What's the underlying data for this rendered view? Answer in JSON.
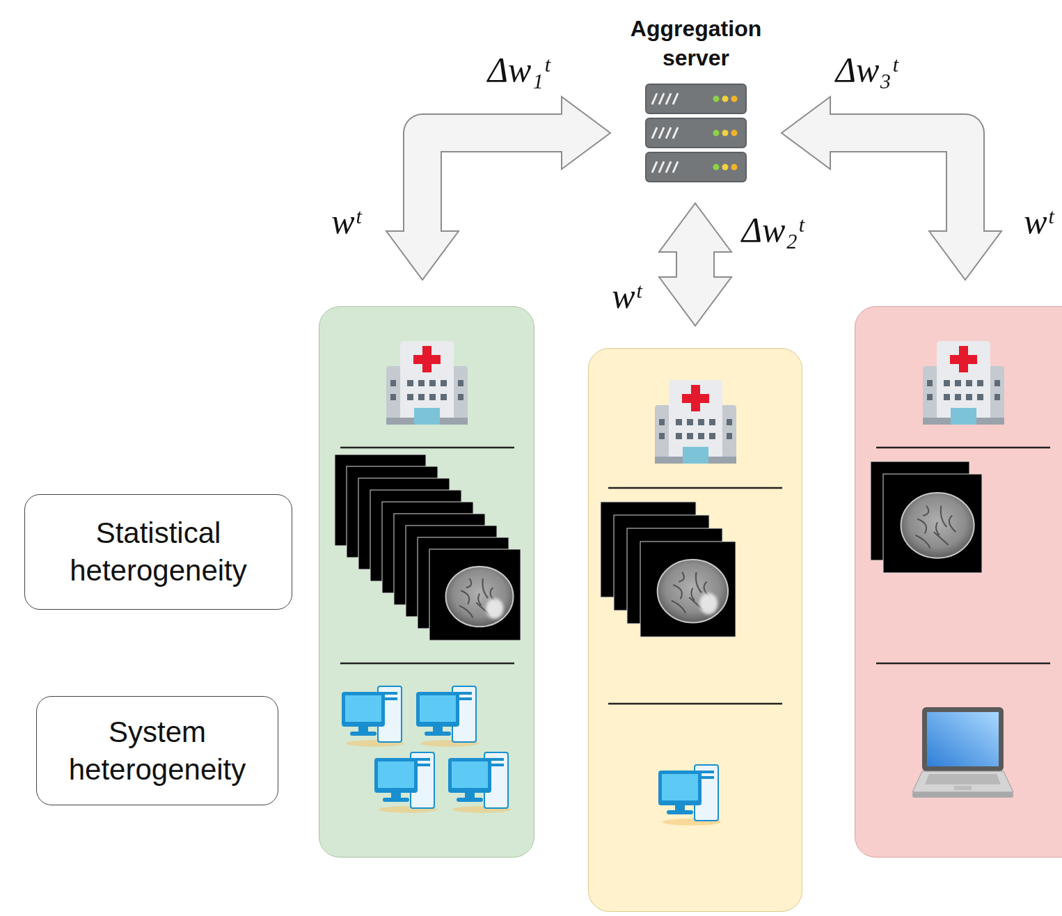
{
  "diagram": {
    "nodes": [
      {
        "text": [
          "Aggregation server"
        ]
      },
      {
        "text": []
      },
      {
        "text": []
      },
      {
        "text": []
      },
      {
        "text": [
          "Statistical heterogeneity"
        ]
      },
      {
        "text": [
          "System heterogeneity"
        ]
      }
    ],
    "edges": [
      {
        "from": 0,
        "to": 1,
        "arrow": "both",
        "label": "Δw₁ᵗ"
      },
      {
        "from": 0,
        "to": 2,
        "arrow": "both",
        "label": "Δw₂ᵗ"
      },
      {
        "from": 0,
        "to": 3,
        "arrow": "both",
        "label": "Δw₃ᵗ"
      }
    ],
    "labels": [
      "wᵗ",
      "wᵗ",
      "wᵗ"
    ]
  }
}
